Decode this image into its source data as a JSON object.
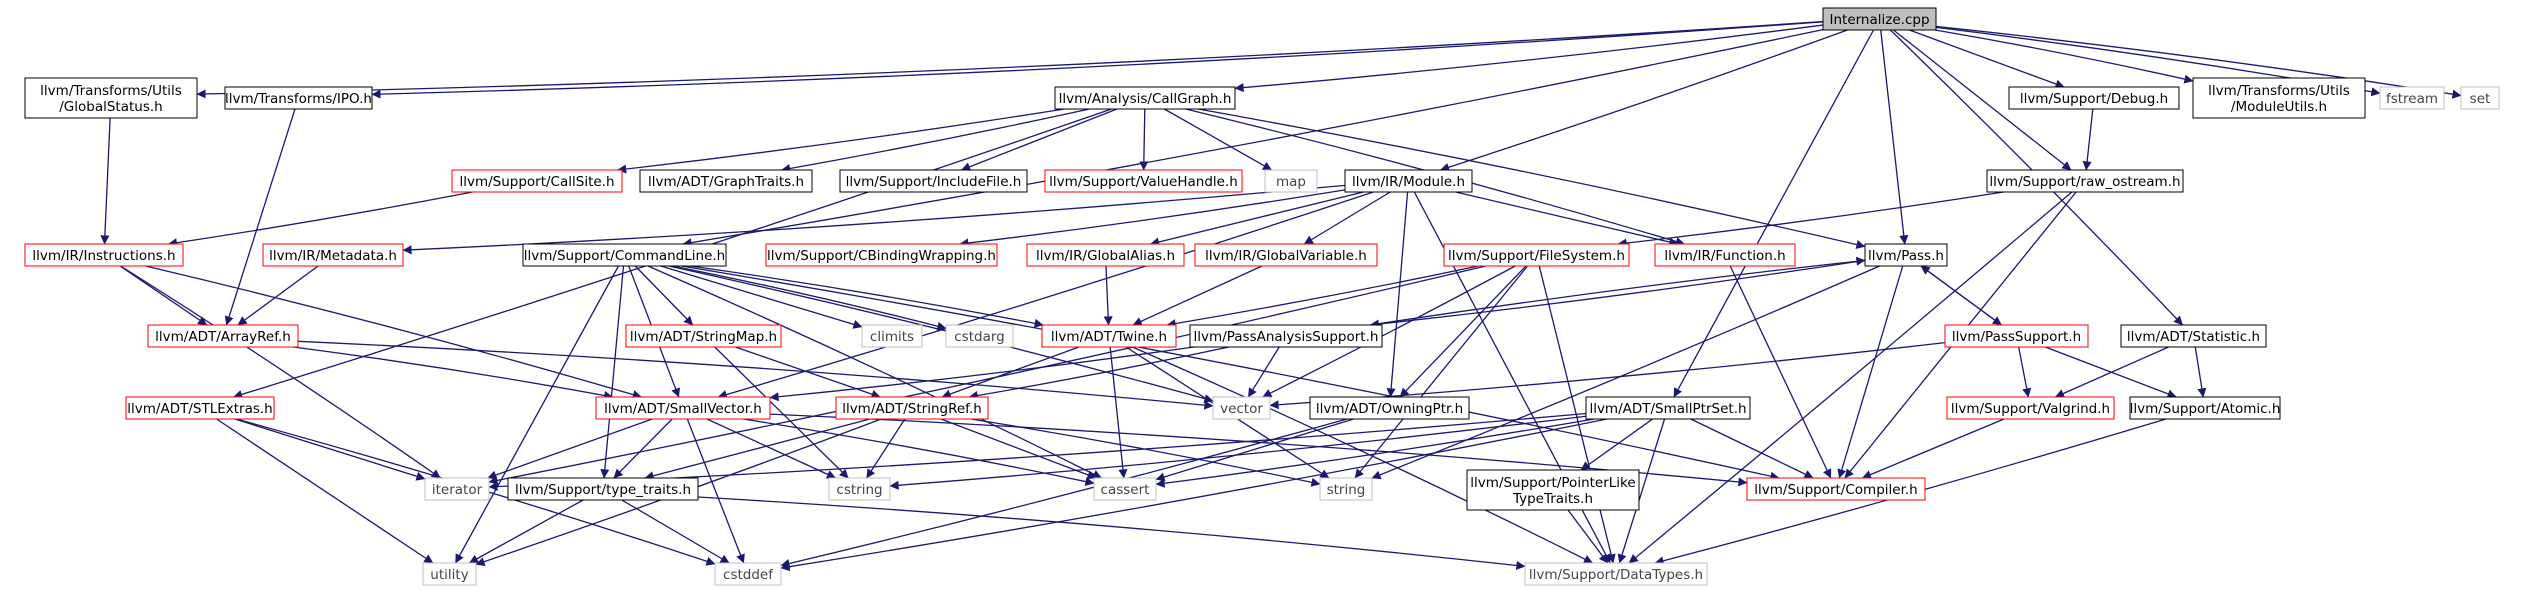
{
  "colors": {
    "edge": "#191970",
    "black_box": "#000000",
    "red_box": "#ff0000",
    "gray_box": "#bfbfbf",
    "root_fill": "#bfbfbf",
    "text": "#000000"
  },
  "nodes": {
    "internalize": {
      "label": "Internalize.cpp",
      "style": "root"
    },
    "globalstatus": {
      "label": "llvm/Transforms/Utils\n/GlobalStatus.h",
      "style": "black"
    },
    "ipo": {
      "label": "llvm/Transforms/IPO.h",
      "style": "black"
    },
    "callgraph": {
      "label": "llvm/Analysis/CallGraph.h",
      "style": "black"
    },
    "debug": {
      "label": "llvm/Support/Debug.h",
      "style": "black"
    },
    "moduleutils": {
      "label": "llvm/Transforms/Utils\n/ModuleUtils.h",
      "style": "black"
    },
    "fstream": {
      "label": "fstream",
      "style": "gray"
    },
    "set": {
      "label": "set",
      "style": "gray"
    },
    "callsite": {
      "label": "llvm/Support/CallSite.h",
      "style": "red"
    },
    "graphtraits": {
      "label": "llvm/ADT/GraphTraits.h",
      "style": "black"
    },
    "includefile": {
      "label": "llvm/Support/IncludeFile.h",
      "style": "black"
    },
    "valuehandle": {
      "label": "llvm/Support/ValueHandle.h",
      "style": "red"
    },
    "map": {
      "label": "map",
      "style": "gray"
    },
    "module": {
      "label": "llvm/IR/Module.h",
      "style": "black"
    },
    "rawostream": {
      "label": "llvm/Support/raw_ostream.h",
      "style": "black"
    },
    "instructions": {
      "label": "llvm/IR/Instructions.h",
      "style": "red"
    },
    "metadata": {
      "label": "llvm/IR/Metadata.h",
      "style": "red"
    },
    "commandline": {
      "label": "llvm/Support/CommandLine.h",
      "style": "black"
    },
    "cbinding": {
      "label": "llvm/Support/CBindingWrapping.h",
      "style": "red"
    },
    "globalalias": {
      "label": "llvm/IR/GlobalAlias.h",
      "style": "red"
    },
    "globalvariable": {
      "label": "llvm/IR/GlobalVariable.h",
      "style": "red"
    },
    "filesystem": {
      "label": "llvm/Support/FileSystem.h",
      "style": "red"
    },
    "function": {
      "label": "llvm/IR/Function.h",
      "style": "red"
    },
    "pass": {
      "label": "llvm/Pass.h",
      "style": "black"
    },
    "climits": {
      "label": "climits",
      "style": "gray"
    },
    "cstdarg": {
      "label": "cstdarg",
      "style": "gray"
    },
    "arrayref": {
      "label": "llvm/ADT/ArrayRef.h",
      "style": "red"
    },
    "stringmap": {
      "label": "llvm/ADT/StringMap.h",
      "style": "red"
    },
    "twine": {
      "label": "llvm/ADT/Twine.h",
      "style": "red"
    },
    "passanalysis": {
      "label": "llvm/PassAnalysisSupport.h",
      "style": "black"
    },
    "passsupport": {
      "label": "llvm/PassSupport.h",
      "style": "red"
    },
    "statistic": {
      "label": "llvm/ADT/Statistic.h",
      "style": "black"
    },
    "stlextras": {
      "label": "llvm/ADT/STLExtras.h",
      "style": "red"
    },
    "smallvector": {
      "label": "llvm/ADT/SmallVector.h",
      "style": "red"
    },
    "stringref": {
      "label": "llvm/ADT/StringRef.h",
      "style": "red"
    },
    "vector": {
      "label": "vector",
      "style": "gray"
    },
    "owningptr": {
      "label": "llvm/ADT/OwningPtr.h",
      "style": "black"
    },
    "smallptrset": {
      "label": "llvm/ADT/SmallPtrSet.h",
      "style": "black"
    },
    "valgrind": {
      "label": "llvm/Support/Valgrind.h",
      "style": "red"
    },
    "atomic": {
      "label": "llvm/Support/Atomic.h",
      "style": "black"
    },
    "iterator": {
      "label": "iterator",
      "style": "gray"
    },
    "typetraits": {
      "label": "llvm/Support/type_traits.h",
      "style": "black"
    },
    "cstring": {
      "label": "cstring",
      "style": "gray"
    },
    "cassert": {
      "label": "cassert",
      "style": "gray"
    },
    "string": {
      "label": "string",
      "style": "gray"
    },
    "pointerlike": {
      "label": "llvm/Support/PointerLike\nTypeTraits.h",
      "style": "black"
    },
    "compiler": {
      "label": "llvm/Support/Compiler.h",
      "style": "red"
    },
    "utility": {
      "label": "utility",
      "style": "gray"
    },
    "cstddef": {
      "label": "cstddef",
      "style": "gray"
    },
    "datatypes": {
      "label": "llvm/Support/DataTypes.h",
      "style": "gray"
    }
  },
  "edges": [
    [
      "internalize",
      "globalstatus"
    ],
    [
      "internalize",
      "ipo"
    ],
    [
      "internalize",
      "callgraph"
    ],
    [
      "internalize",
      "commandline"
    ],
    [
      "internalize",
      "module"
    ],
    [
      "internalize",
      "pass"
    ],
    [
      "internalize",
      "debug"
    ],
    [
      "internalize",
      "rawostream"
    ],
    [
      "internalize",
      "moduleutils"
    ],
    [
      "internalize",
      "fstream"
    ],
    [
      "internalize",
      "set"
    ],
    [
      "internalize",
      "statistic"
    ],
    [
      "internalize",
      "smallptrset"
    ],
    [
      "globalstatus",
      "instructions"
    ],
    [
      "ipo",
      "arrayref"
    ],
    [
      "callgraph",
      "stlextras"
    ],
    [
      "callgraph",
      "callsite"
    ],
    [
      "callgraph",
      "graphtraits"
    ],
    [
      "callgraph",
      "includefile"
    ],
    [
      "callgraph",
      "valuehandle"
    ],
    [
      "callgraph",
      "map"
    ],
    [
      "callgraph",
      "function"
    ],
    [
      "callgraph",
      "pass"
    ],
    [
      "callsite",
      "instructions"
    ],
    [
      "module",
      "metadata"
    ],
    [
      "module",
      "cbinding"
    ],
    [
      "module",
      "globalalias"
    ],
    [
      "module",
      "globalvariable"
    ],
    [
      "module",
      "function"
    ],
    [
      "module",
      "owningptr"
    ],
    [
      "module",
      "datatypes"
    ],
    [
      "module",
      "smallvector"
    ],
    [
      "debug",
      "rawostream"
    ],
    [
      "rawostream",
      "filesystem"
    ],
    [
      "rawostream",
      "compiler"
    ],
    [
      "rawostream",
      "datatypes"
    ],
    [
      "instructions",
      "arrayref"
    ],
    [
      "instructions",
      "smallvector"
    ],
    [
      "instructions",
      "iterator"
    ],
    [
      "metadata",
      "arrayref"
    ],
    [
      "commandline",
      "twine"
    ],
    [
      "commandline",
      "stringmap"
    ],
    [
      "commandline",
      "smallvector"
    ],
    [
      "commandline",
      "climits"
    ],
    [
      "commandline",
      "cstdarg"
    ],
    [
      "commandline",
      "utility"
    ],
    [
      "commandline",
      "vector"
    ],
    [
      "commandline",
      "compiler"
    ],
    [
      "commandline",
      "cassert"
    ],
    [
      "commandline",
      "typetraits"
    ],
    [
      "globalalias",
      "twine"
    ],
    [
      "globalvariable",
      "twine"
    ],
    [
      "filesystem",
      "twine"
    ],
    [
      "filesystem",
      "owningptr"
    ],
    [
      "filesystem",
      "iterator"
    ],
    [
      "filesystem",
      "string"
    ],
    [
      "filesystem",
      "datatypes"
    ],
    [
      "filesystem",
      "vector"
    ],
    [
      "function",
      "compiler"
    ],
    [
      "pass",
      "passanalysis"
    ],
    [
      "pass",
      "passsupport"
    ],
    [
      "pass",
      "string"
    ],
    [
      "pass",
      "compiler"
    ],
    [
      "passanalysis",
      "pass"
    ],
    [
      "passsupport",
      "pass"
    ],
    [
      "arrayref",
      "smallvector"
    ],
    [
      "arrayref",
      "vector"
    ],
    [
      "stringmap",
      "stringref"
    ],
    [
      "stringmap",
      "cstring"
    ],
    [
      "twine",
      "stringref"
    ],
    [
      "twine",
      "cassert"
    ],
    [
      "twine",
      "string"
    ],
    [
      "twine",
      "datatypes"
    ],
    [
      "passanalysis",
      "smallvector"
    ],
    [
      "passanalysis",
      "stringref"
    ],
    [
      "passanalysis",
      "vector"
    ],
    [
      "passsupport",
      "valgrind"
    ],
    [
      "passsupport",
      "atomic"
    ],
    [
      "passsupport",
      "vector"
    ],
    [
      "statistic",
      "atomic"
    ],
    [
      "statistic",
      "valgrind"
    ],
    [
      "stlextras",
      "iterator"
    ],
    [
      "stlextras",
      "utility"
    ],
    [
      "stlextras",
      "cstddef"
    ],
    [
      "smallvector",
      "iterator"
    ],
    [
      "smallvector",
      "typetraits"
    ],
    [
      "smallvector",
      "cstring"
    ],
    [
      "smallvector",
      "cassert"
    ],
    [
      "smallvector",
      "cstddef"
    ],
    [
      "smallvector",
      "compiler"
    ],
    [
      "stringref",
      "typetraits"
    ],
    [
      "stringref",
      "cstring"
    ],
    [
      "stringref",
      "cassert"
    ],
    [
      "stringref",
      "string"
    ],
    [
      "stringref",
      "utility"
    ],
    [
      "owningptr",
      "cassert"
    ],
    [
      "owningptr",
      "cstddef"
    ],
    [
      "smallptrset",
      "iterator"
    ],
    [
      "smallptrset",
      "cassert"
    ],
    [
      "smallptrset",
      "cstring"
    ],
    [
      "smallptrset",
      "pointerlike"
    ],
    [
      "smallptrset",
      "compiler"
    ],
    [
      "smallptrset",
      "cstddef"
    ],
    [
      "smallptrset",
      "datatypes"
    ],
    [
      "valgrind",
      "compiler"
    ],
    [
      "atomic",
      "datatypes"
    ],
    [
      "typetraits",
      "utility"
    ],
    [
      "typetraits",
      "cstddef"
    ],
    [
      "typetraits",
      "datatypes"
    ],
    [
      "pointerlike",
      "datatypes"
    ]
  ]
}
